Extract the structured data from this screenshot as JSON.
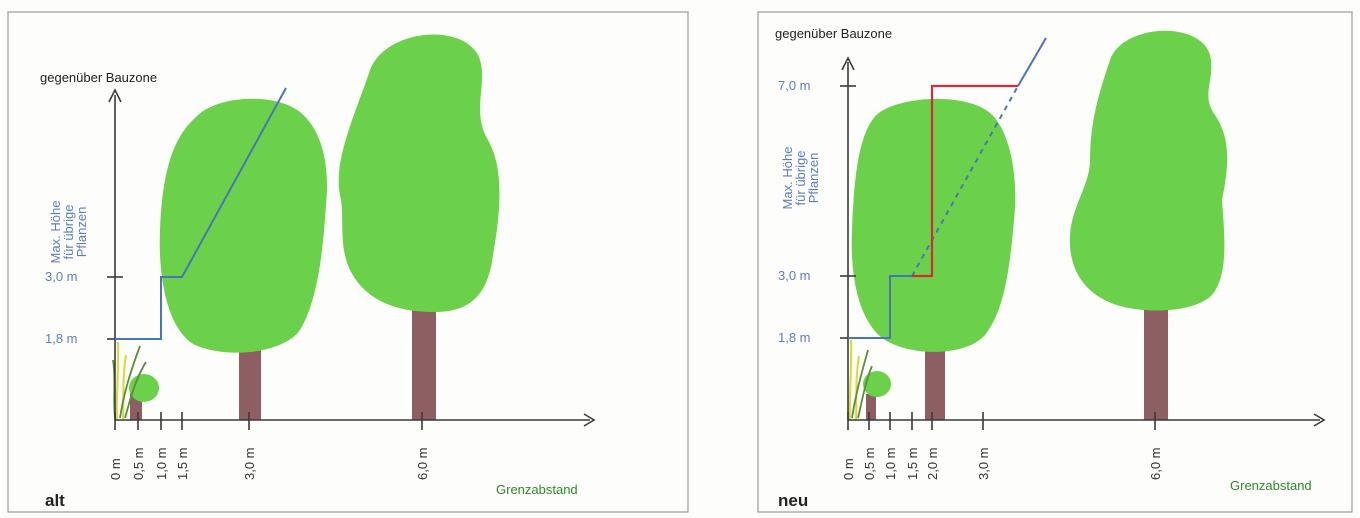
{
  "panels": [
    {
      "name": "alt",
      "top_note": "gegenüber Bauzone",
      "y_axis_label": [
        "Max. Höhe",
        "für übrige",
        "Pflanzen"
      ],
      "height_labels": [
        "1,8 m",
        "3,0 m"
      ],
      "x_tick_labels": [
        "0 m",
        "0,5 m",
        "1,0 m",
        "1,5 m",
        "3,0 m",
        "6,0 m"
      ],
      "x_axis_label": "Grenzabstand"
    },
    {
      "name": "neu",
      "top_note": "gegenüber Bauzone",
      "y_axis_label": [
        "Max. Höhe",
        "für übrige",
        "Pflanzen"
      ],
      "height_labels": [
        "1,8 m",
        "3,0 m",
        "7,0 m"
      ],
      "x_tick_labels": [
        "0 m",
        "0,5 m",
        "1,0 m",
        "1,5 m",
        "2,0 m",
        "3,0 m",
        "6,0 m"
      ],
      "x_axis_label": "Grenzabstand"
    }
  ],
  "colors": {
    "allowed_height_old": "#4a74b8",
    "allowed_height_new": "#d42a3a",
    "canopy": "#6cd14a",
    "trunk": "#8e5f62"
  }
}
